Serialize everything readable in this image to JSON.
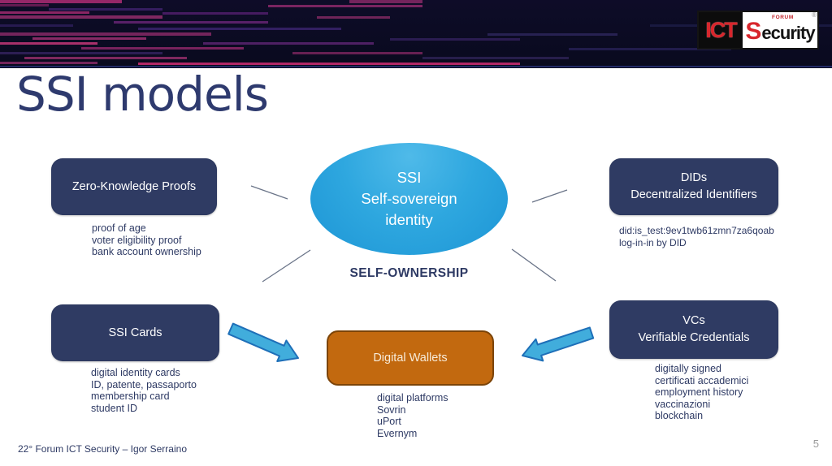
{
  "header": {
    "logo": {
      "ict": "ICT",
      "forum": "FORUM",
      "security_initial": "S",
      "security_rest": "ecurity",
      "registered_mark": "®"
    }
  },
  "title": "SSI models",
  "center": {
    "ssi_line1": "SSI",
    "ssi_line2": "Self-sovereign",
    "ssi_line3": "identity",
    "caption": "SELF-OWNERSHIP"
  },
  "nodes": {
    "zero_knowledge_proofs": {
      "title": "Zero-Knowledge Proofs",
      "items": [
        "proof of age",
        "voter eligibility proof",
        "bank account ownership"
      ]
    },
    "dids": {
      "title_line1": "DIDs",
      "title_line2": "Decentralized Identifiers",
      "items": [
        "did:is_test:9ev1twb61zmn7za6qoab",
        "log-in-in by DID"
      ]
    },
    "ssi_cards": {
      "title": "SSI Cards",
      "items": [
        "digital identity cards",
        "ID, patente, passaporto",
        "membership card",
        "student ID"
      ]
    },
    "verifiable_credentials": {
      "title_line1": "VCs",
      "title_line2": "Verifiable Credentials",
      "items": [
        "digitally signed",
        "certificati accademici",
        "employment history",
        "vaccinazioni",
        "blockchain"
      ]
    },
    "digital_wallets": {
      "title": "Digital Wallets",
      "items": [
        "digital platforms",
        "Sovrin",
        "uPort",
        "Evernym"
      ]
    }
  },
  "footer": {
    "credit": "22° Forum ICT Security – Igor Serraino",
    "page_number": "5"
  },
  "colors": {
    "navy_box": "#2f3b63",
    "title_text": "#2e3a6e",
    "detail_text": "#2e3a64",
    "ellipse_blue_light": "#4fbae9",
    "ellipse_blue_dark": "#1d95d5",
    "orange_box": "#c2690f",
    "orange_border": "#7c4408",
    "arrow_fill": "#41addc",
    "arrow_border": "#1e6fb8",
    "connector_line": "#6a7488",
    "logo_red": "#d8262c"
  }
}
